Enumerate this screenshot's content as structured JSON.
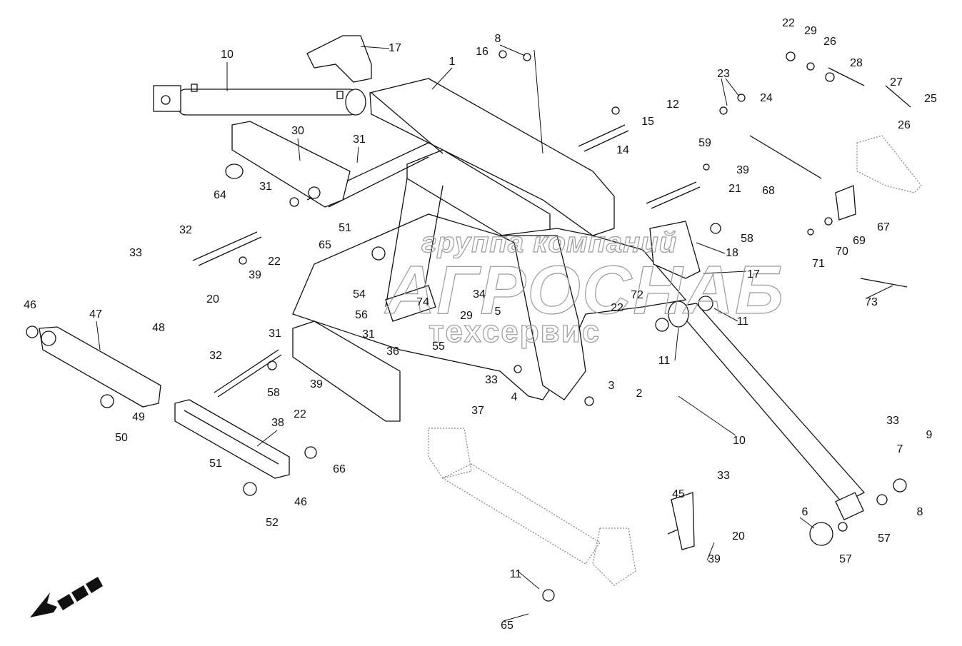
{
  "watermark": {
    "line1": "группа компаний",
    "line2": "АГРОСНАБ",
    "line3": "техсервис"
  },
  "direction_arrow": "arrow-down-left-icon",
  "labels": [
    "1",
    "8",
    "16",
    "17",
    "10",
    "30",
    "31",
    "31",
    "64",
    "32",
    "33",
    "22",
    "39",
    "20",
    "46",
    "47",
    "48",
    "49",
    "50",
    "51",
    "65",
    "54",
    "56",
    "74",
    "55",
    "29",
    "34",
    "5",
    "31",
    "31",
    "36",
    "32",
    "58",
    "39",
    "22",
    "33",
    "4",
    "37",
    "38",
    "66",
    "51",
    "46",
    "52",
    "3",
    "2",
    "11",
    "11",
    "10",
    "72",
    "22",
    "18",
    "17",
    "58",
    "21",
    "39",
    "59",
    "15",
    "12",
    "14",
    "23",
    "24",
    "68",
    "22",
    "29",
    "26",
    "28",
    "27",
    "25",
    "26",
    "67",
    "69",
    "70",
    "71",
    "73",
    "33",
    "9",
    "7",
    "8",
    "57",
    "57",
    "6",
    "33",
    "45",
    "20",
    "39",
    "11",
    "65"
  ]
}
